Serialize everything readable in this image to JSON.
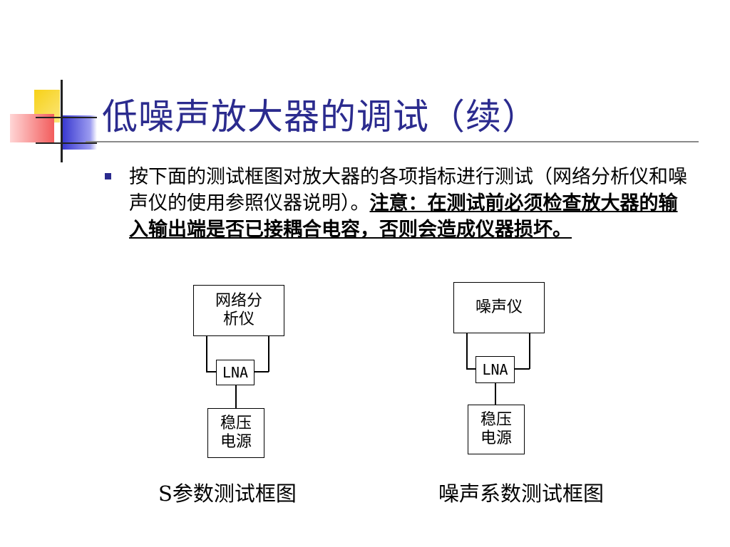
{
  "slide": {
    "title": "低噪声放大器的调试（续）",
    "bullet": {
      "text": "按下面的测试框图对放大器的各项指标进行测试（网络分析仪和噪声仪的使用参照仪器说明）。",
      "note": "注意：在测试前必须检查放大器的输入输出端是否已接耦合电容，否则会造成仪器损坏。"
    }
  },
  "diagrams": {
    "s_param": {
      "instrument": "网络分析仪",
      "dut": "LNA",
      "power": "稳压电源",
      "caption": "S参数测试框图"
    },
    "noise": {
      "instrument": "噪声仪",
      "dut": "LNA",
      "power": "稳压电源",
      "caption": "噪声系数测试框图"
    }
  },
  "colors": {
    "title": "#2b2b8e",
    "deco_yellow": "#f7d117",
    "deco_blue": "#3a3ad0",
    "deco_red": "#f25c5c",
    "rule": "#8a8a8a"
  }
}
